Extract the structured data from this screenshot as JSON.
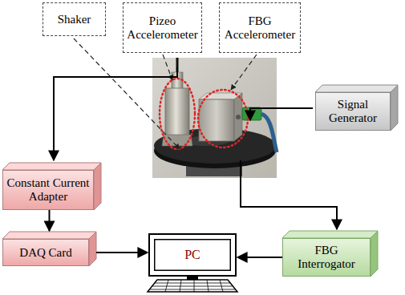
{
  "diagram": {
    "nodes": [
      {
        "text": [
          "Shaker"
        ]
      },
      {
        "text": [
          "Pizeo Accelerometer"
        ]
      },
      {
        "text": [
          "FBG Accelerometer"
        ]
      },
      {
        "text": [
          "Signal Generator"
        ]
      },
      {
        "text": [
          "Constant Current Adapter"
        ]
      },
      {
        "text": [
          "DAQ Card"
        ]
      },
      {
        "text": [
          "PC"
        ]
      },
      {
        "text": [
          "FBG Interrogator"
        ]
      }
    ],
    "edges": [
      {
        "from": 4,
        "to": 5,
        "arrow": "to"
      },
      {
        "from": 5,
        "to": 6,
        "arrow": "to"
      },
      {
        "from": 7,
        "to": 6,
        "arrow": "to"
      }
    ]
  }
}
